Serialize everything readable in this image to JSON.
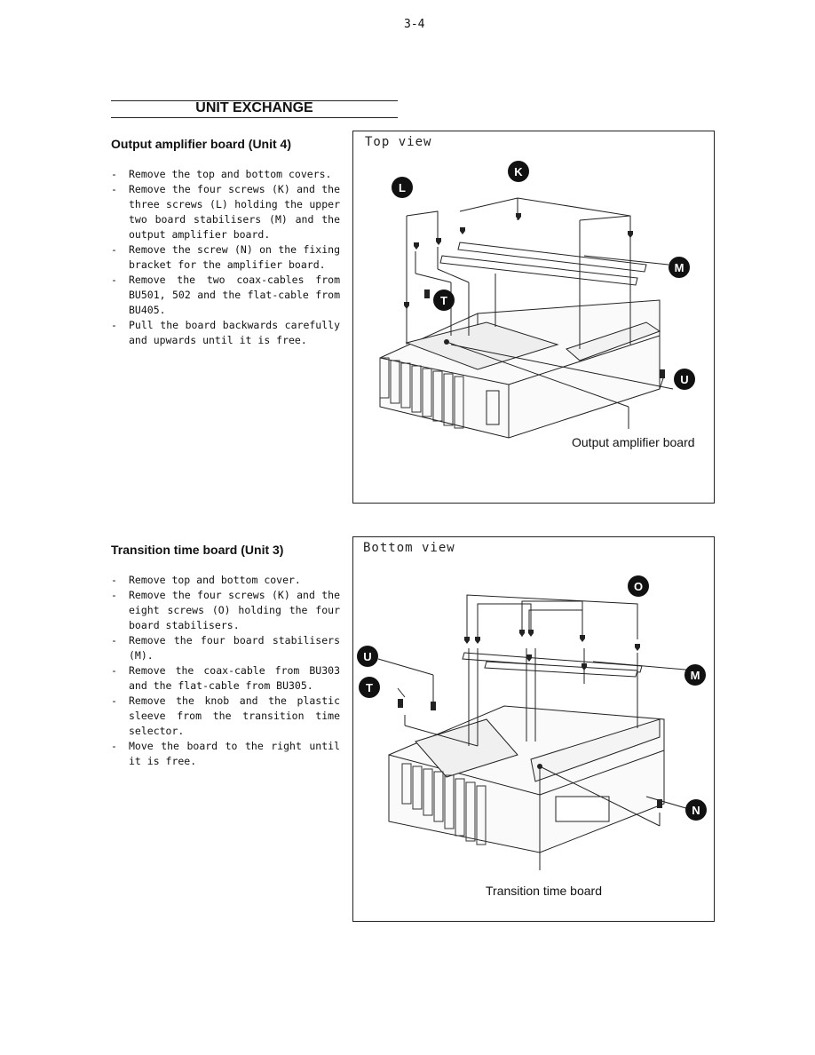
{
  "page_number": "3-4",
  "section_title": "UNIT EXCHANGE",
  "output_board": {
    "heading": "Output amplifier board (Unit 4)",
    "steps": [
      "Remove the top and bottom covers.",
      "Remove the four screws (K) and the three screws (L) holding the upper two board stabilisers (M) and the output amplifier board.",
      "Remove the screw (N) on the fixing bracket for the amplifier board.",
      "Remove the two coax-cables from BU501, 502 and the flat-cable from BU405.",
      "Pull the board backwards carefully and upwards until it is free."
    ],
    "figure": {
      "view_label": "Top view",
      "caption": "Output amplifier board",
      "badges": [
        "K",
        "L",
        "M",
        "T",
        "U"
      ]
    }
  },
  "transition_board": {
    "heading": "Transition time board (Unit 3)",
    "steps": [
      "Remove top and bottom cover.",
      "Remove the four screws (K) and the eight screws (O) holding the four board stabilisers.",
      "Remove the four board stabilisers (M).",
      "Remove the coax-cable from BU303 and the flat-cable from BU305.",
      "Remove the knob and the plastic sleeve from the transition time selector.",
      "Move the board to the right until it is free."
    ],
    "figure": {
      "view_label": "Bottom view",
      "caption": "Transition time board",
      "badges": [
        "O",
        "U",
        "T",
        "M",
        "N"
      ]
    }
  }
}
